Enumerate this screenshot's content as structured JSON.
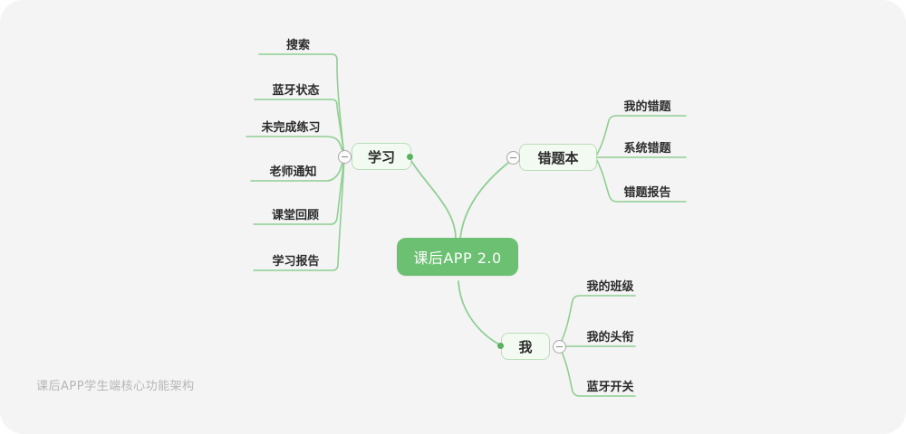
{
  "canvas": {
    "background": "#f4f4f4",
    "page_background": "#ffffff",
    "edge_color": "#8fcf92",
    "accent": "#6cc072",
    "branch_fill": "#f2faf2",
    "branch_border": "#b9ddb9"
  },
  "caption": "课后APP学生端核心功能架构",
  "root": {
    "label": "课后APP 2.0"
  },
  "branches": [
    {
      "id": "study",
      "label": "学习",
      "toggle": "collapse-toggle",
      "children": [
        {
          "label": "搜索"
        },
        {
          "label": "蓝牙状态"
        },
        {
          "label": "未完成练习"
        },
        {
          "label": "老师通知"
        },
        {
          "label": "课堂回顾"
        },
        {
          "label": "学习报告"
        }
      ]
    },
    {
      "id": "wrongbook",
      "label": "错题本",
      "toggle": "collapse-toggle",
      "children": [
        {
          "label": "我的错题"
        },
        {
          "label": "系统错题"
        },
        {
          "label": "错题报告"
        }
      ]
    },
    {
      "id": "me",
      "label": "我",
      "toggle": "collapse-toggle",
      "children": [
        {
          "label": "我的班级"
        },
        {
          "label": "我的头衔"
        },
        {
          "label": "蓝牙开关"
        }
      ]
    }
  ]
}
